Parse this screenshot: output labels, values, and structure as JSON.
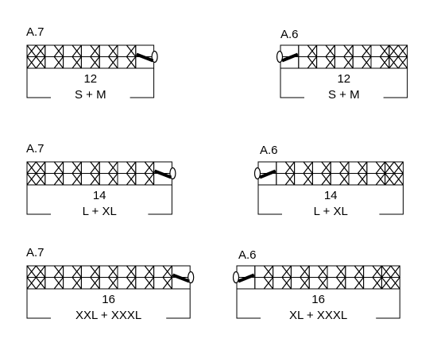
{
  "charts": [
    {
      "title": "A.7",
      "stitch_count": "12",
      "sizes": "S + M",
      "cells": [
        "XX",
        "X",
        "X",
        "X",
        "X",
        "X",
        "cable"
      ]
    },
    {
      "title": "A.6",
      "stitch_count": "12",
      "sizes": "S + M",
      "cells": [
        "cable",
        "X",
        "X",
        "X",
        "X",
        "X",
        "XX"
      ]
    },
    {
      "title": "A.7",
      "stitch_count": "14",
      "sizes": "L + XL",
      "cells": [
        "XX",
        "X",
        "X",
        "X",
        "X",
        "X",
        "X",
        "cable"
      ]
    },
    {
      "title": "A.6",
      "stitch_count": "14",
      "sizes": "L + XL",
      "cells": [
        "cable",
        "X",
        "X",
        "X",
        "X",
        "X",
        "X",
        "XX"
      ]
    },
    {
      "title": "A.7",
      "stitch_count": "16",
      "sizes": "XXL + XXXL",
      "cells": [
        "XX",
        "X",
        "X",
        "X",
        "X",
        "X",
        "X",
        "X",
        "cable"
      ]
    },
    {
      "title": "A.6",
      "stitch_count": "16",
      "sizes": "XL + XXXL",
      "cells": [
        "cable",
        "X",
        "X",
        "X",
        "X",
        "X",
        "X",
        "X",
        "XX"
      ]
    }
  ],
  "symbols": {
    "X": "cross-stitch-symbol",
    "XX": "double-cross-stitch-symbol",
    "cable": "cable-stitch-symbol"
  },
  "colors": {
    "ink": "#000000",
    "background": "#ffffff"
  }
}
